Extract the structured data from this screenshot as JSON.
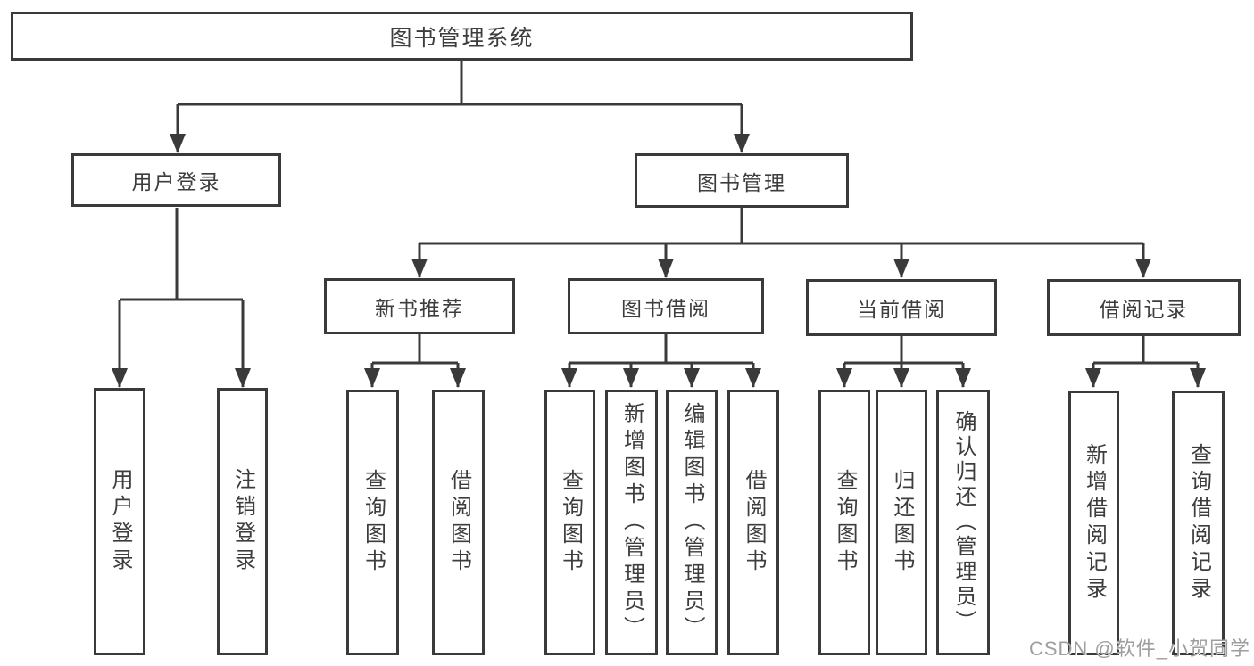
{
  "nodes": {
    "root": "图书管理系统",
    "user_login": "用户登录",
    "book_mgmt": "图书管理",
    "new_book": "新书推荐",
    "book_borrow": "图书借阅",
    "current_borrow": "当前借阅",
    "borrow_record": "借阅记录",
    "leaf_user_login": "用户登录",
    "leaf_logout": "注销登录",
    "leaf_nb_query": "查询图书",
    "leaf_nb_borrow": "借阅图书",
    "leaf_bb_query": "查询图书",
    "leaf_bb_add": "新增图书（管理员）",
    "leaf_bb_edit": "编辑图书（管理员）",
    "leaf_bb_borrow": "借阅图书",
    "leaf_cb_query": "查询图书",
    "leaf_cb_return": "归还图书",
    "leaf_cb_confirm": "确认归还（管理员）",
    "leaf_br_add": "新增借阅记录",
    "leaf_br_query": "查询借阅记录"
  },
  "watermark": "CSDN @软件_小贺同学",
  "colors": {
    "line": "#3a3a3a",
    "text": "#3d3d3d",
    "background": "#ffffff",
    "watermark": "#9e9e9e"
  }
}
